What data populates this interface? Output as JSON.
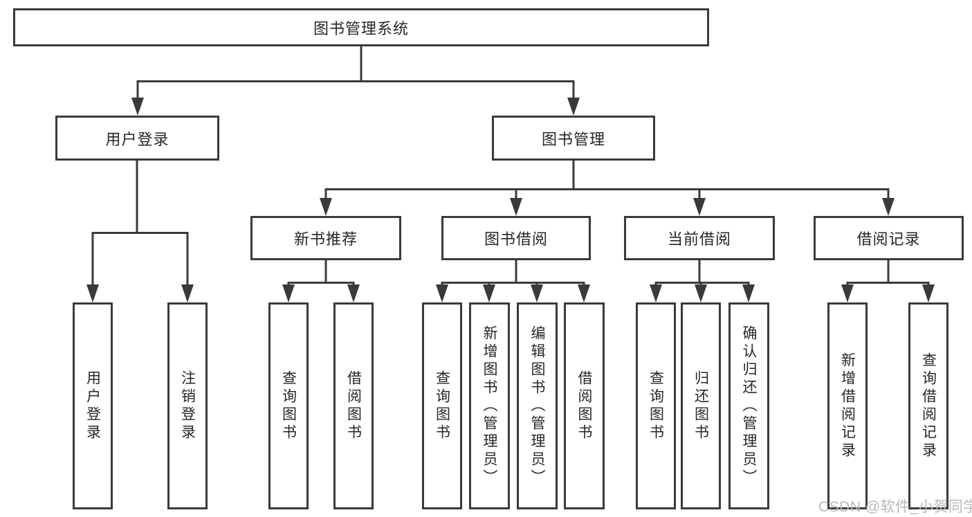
{
  "tree": {
    "root": {
      "label": "图书管理系统"
    },
    "branches": [
      {
        "label": "用户登录",
        "children": [
          {
            "label": "用户登录"
          },
          {
            "label": "注销登录"
          }
        ]
      },
      {
        "label": "图书管理",
        "sections": [
          {
            "label": "新书推荐",
            "children": [
              {
                "label": "查询图书"
              },
              {
                "label": "借阅图书"
              }
            ]
          },
          {
            "label": "图书借阅",
            "children": [
              {
                "label": "查询图书"
              },
              {
                "label": "新增图书（管理员）"
              },
              {
                "label": "编辑图书（管理员）"
              },
              {
                "label": "借阅图书"
              }
            ]
          },
          {
            "label": "当前借阅",
            "children": [
              {
                "label": "查询图书"
              },
              {
                "label": "归还图书"
              },
              {
                "label": "确认归还（管理员）"
              }
            ]
          },
          {
            "label": "借阅记录",
            "children": [
              {
                "label": "新增借阅记录"
              },
              {
                "label": "查询借阅记录"
              }
            ]
          }
        ]
      }
    ]
  },
  "watermark": {
    "text": "CSDN @软件_小贺同学"
  },
  "colors": {
    "line": "#3a3a3a",
    "text": "#262626",
    "watermark": "#b8b8b8",
    "background": "#ffffff"
  }
}
